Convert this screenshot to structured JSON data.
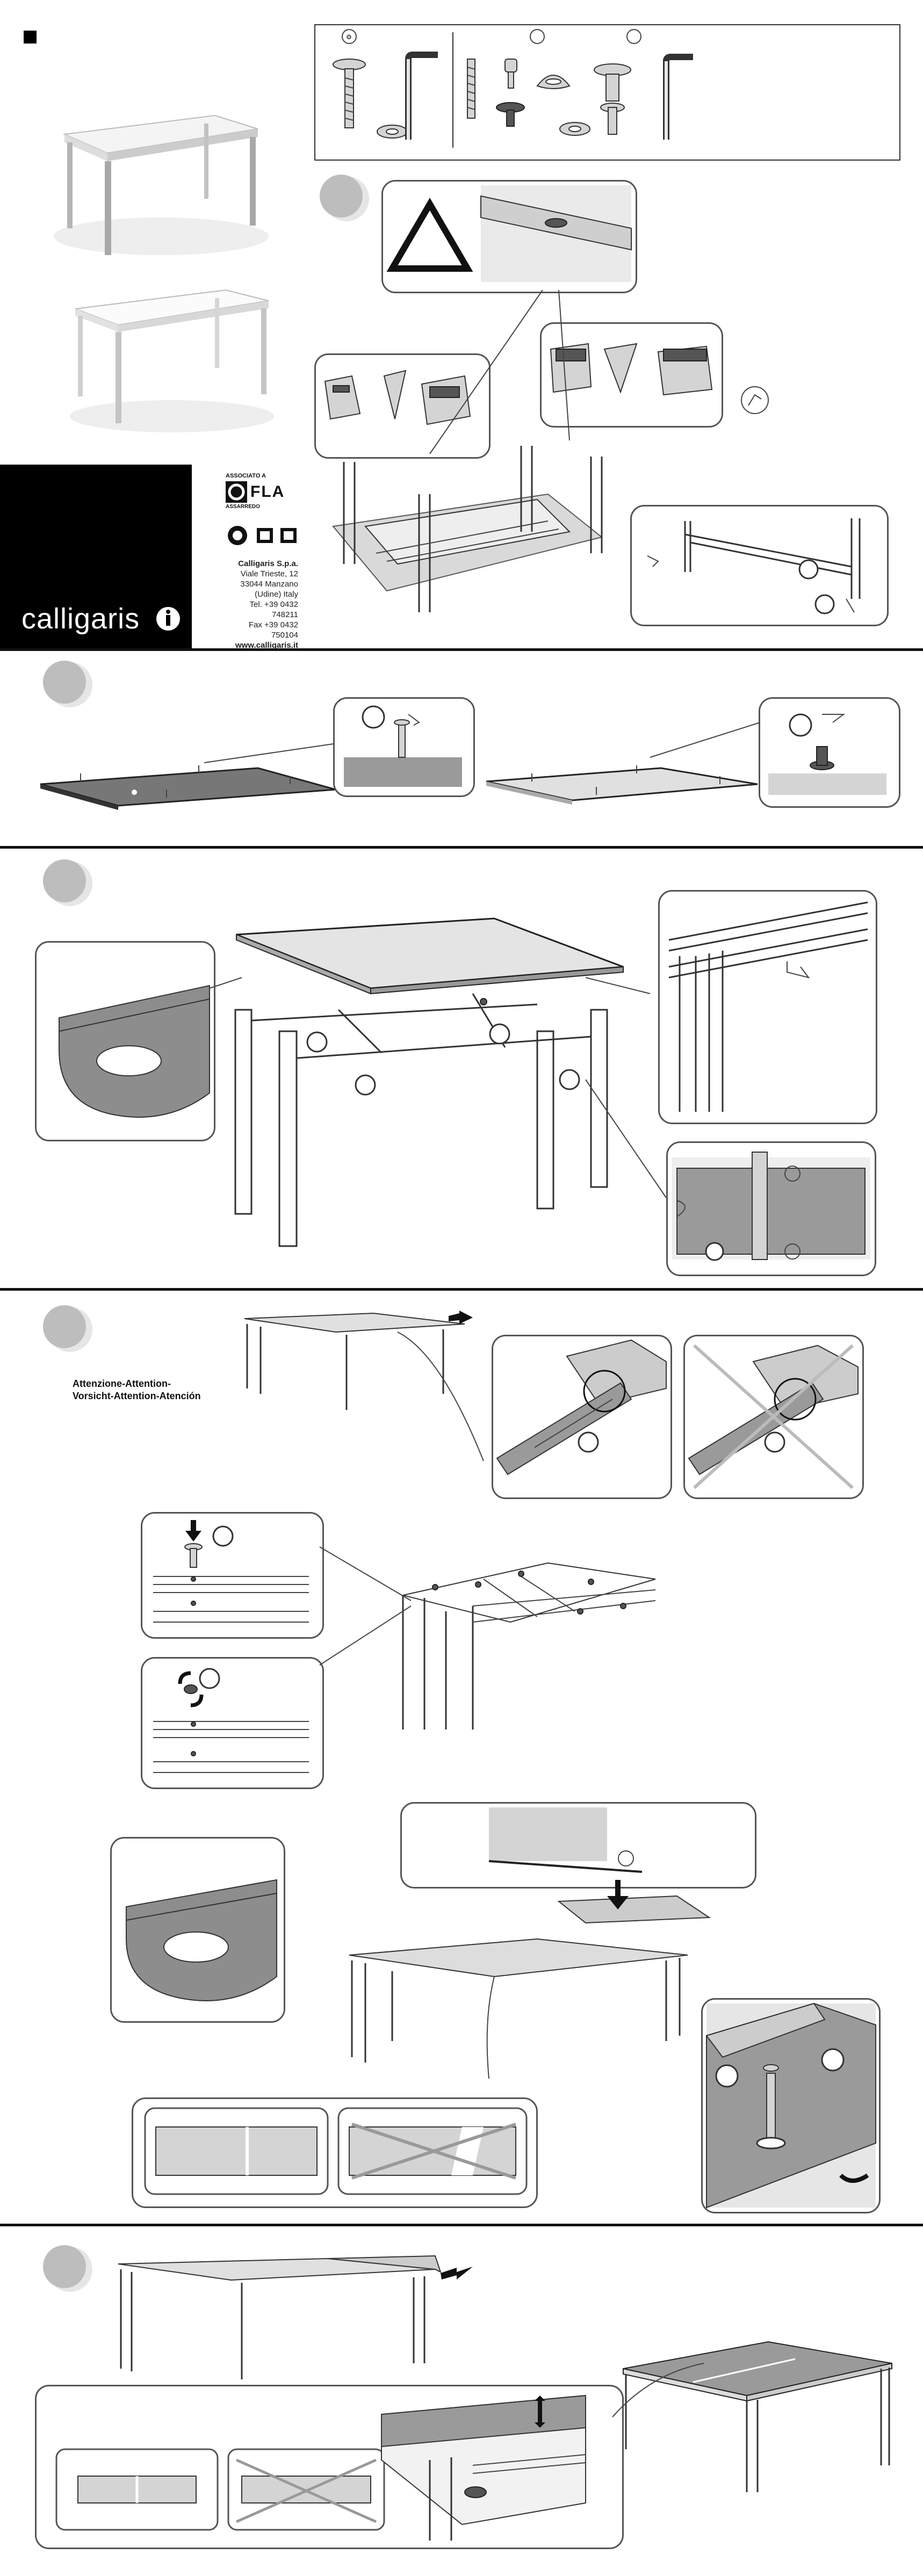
{
  "brand": {
    "name": "calligaris",
    "logo_icon": "calligaris-i-logo",
    "fla_badge": "FLA",
    "fla_heading": "ASSOCIATO A",
    "fla_subtitle": "ASSARREDO"
  },
  "company": {
    "name": "Calligaris S.p.a.",
    "address_1": "Viale Trieste, 12",
    "address_2": "33044 Manzano",
    "address_3": "(Udine) Italy",
    "tel": "Tel. +39 0432 748211",
    "fax": "Fax +39 0432 750104",
    "web": "www.calligaris.it"
  },
  "warning": {
    "line1": "Attenzione-Attention-",
    "line2": "Vorsicht-Attention-Atención"
  },
  "colors": {
    "rule": "#111111",
    "panel_border": "#555555",
    "grey_fill": "#9a9a9a",
    "light_fill": "#d4d4d4",
    "step_badge": "#bdbdbd"
  },
  "icons": [
    "hex-key-icon",
    "warning-triangle-icon",
    "gear-callout-icon",
    "arrow-icon",
    "cross-icon"
  ]
}
